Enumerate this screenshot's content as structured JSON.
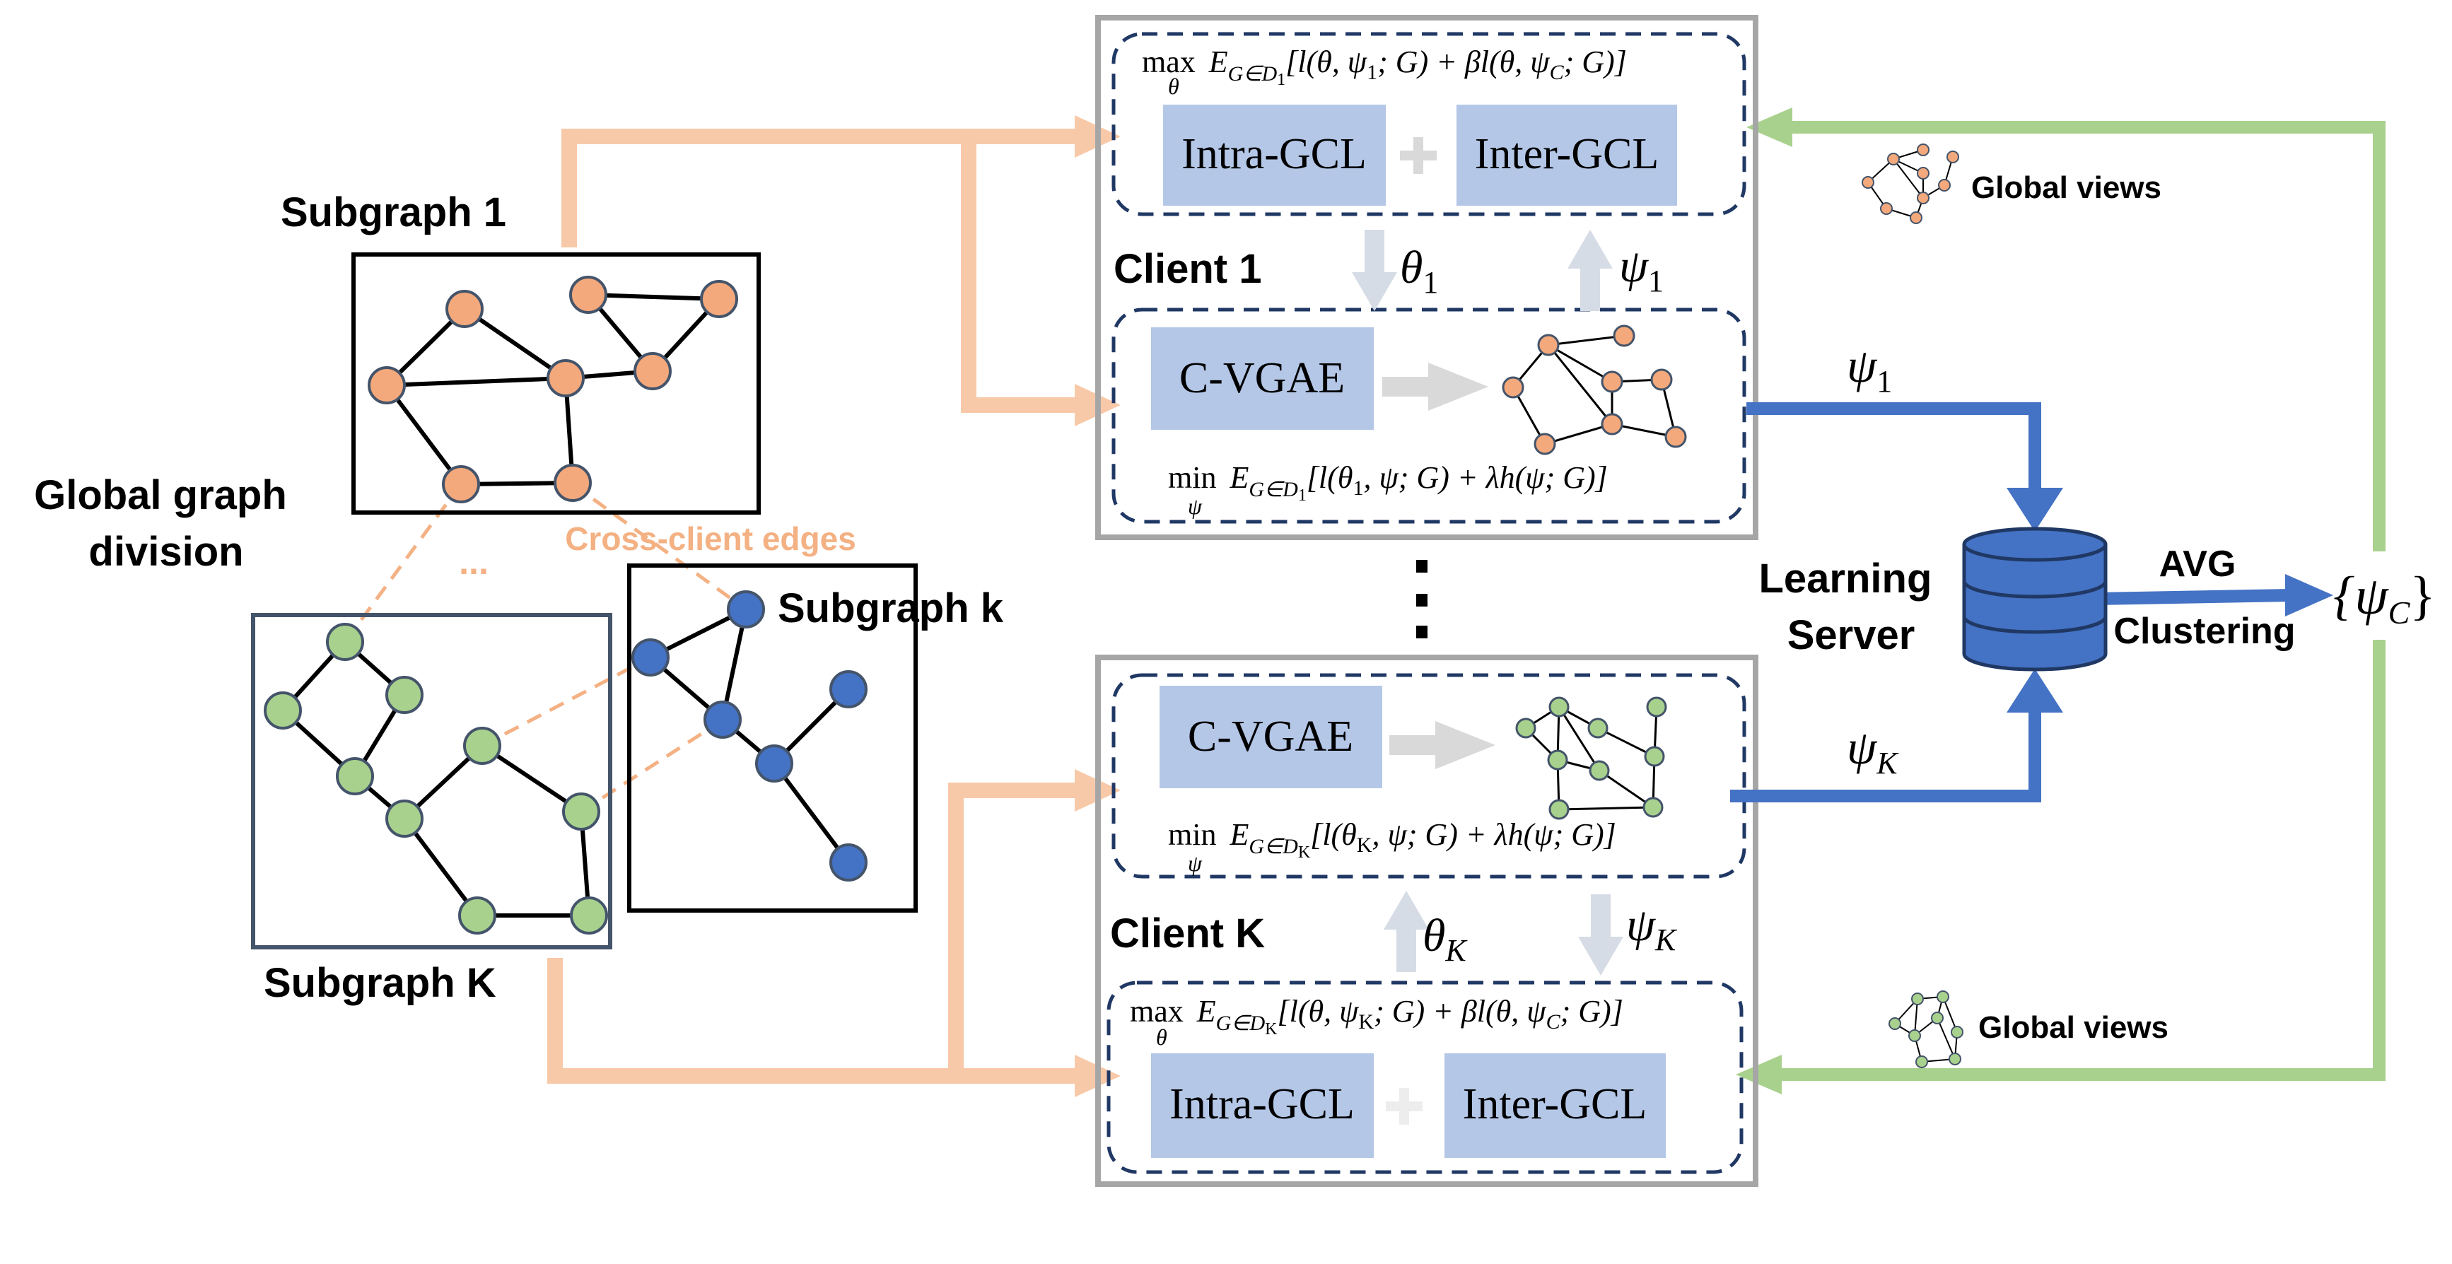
{
  "labels": {
    "subgraph_1": "Subgraph 1",
    "subgraph_k_lower": "Subgraph k",
    "subgraph_k_upper": "Subgraph K",
    "global_graph_division": [
      "Global graph",
      "division"
    ],
    "cross_client_edges": "Cross-client edges",
    "ellipsis": "...",
    "client_1": "Client 1",
    "client_k": "Client K",
    "learning_server": [
      "Learning",
      "Server"
    ],
    "avg": "AVG",
    "clustering": "Clustering",
    "psi_c": "{ψ",
    "psi_c_sub": "C",
    "psi_c_close": "}",
    "global_views_top": "Global views",
    "global_views_bottom": "Global views"
  },
  "modules": {
    "intra_gcl": "Intra-GCL",
    "inter_gcl": "Inter-GCL",
    "c_vgae": "C-VGAE"
  },
  "formulas": {
    "client1_max": "max E_{G∈D_1}[l(θ, ψ_1; G) + βl(θ, ψ_C; G)]",
    "client1_min": "min E_{G∈D_1}[l(θ_1, ψ; G) + λh(ψ; G)]",
    "clientk_min": "min E_{G∈D_K}[l(θ_K, ψ; G) + λh(ψ; G)]",
    "clientk_max": "max E_{G∈D_K}[l(θ, ψ_K; G) + βl(θ, ψ_C; G)]",
    "theta": "θ",
    "psi": "ψ",
    "sub_1": "1",
    "sub_K": "K",
    "max_word": "max",
    "min_word": "min"
  },
  "formula_parts": {
    "c1_max_body": "E",
    "c1_max_sub": "G∈D",
    "c1_max_sub2": "1",
    "c1_max_rest": "[l(θ, ψ",
    "c1_max_rest_sub": "1",
    "c1_max_rest2": "; G) + βl(θ, ψ",
    "c1_max_rest2_sub": "C",
    "c1_max_tail": "; G)]",
    "c1_min_rest": "[l(θ",
    "c1_min_rest_sub": "1",
    "c1_min_tail": ", ψ; G) + λh(ψ; G)]",
    "ck_min_sub2": "K",
    "ck_min_rest_sub": "K",
    "ck_max_rest_sub": "K"
  },
  "colors": {
    "orange_arrow": "#f8c9a8",
    "orange_node": "#f4a97c",
    "green_node": "#a9d18e",
    "blue_node": "#4472c4",
    "blue_arrow": "#4472c4",
    "green_arrow": "#a9d18e",
    "module_fill": "#b4c7e7",
    "dashed_border": "#203864",
    "client_border": "#a6a6a6",
    "gray_arrow": "#d9d9d9",
    "light_blue_arrow": "#d6dce5",
    "cross_edge_text": "#f4b183",
    "server": "#4472c4"
  },
  "icons": {
    "server": "database-cylinder-icon",
    "global_view_top": "orange-graph-icon",
    "global_view_bottom": "green-graph-icon"
  }
}
